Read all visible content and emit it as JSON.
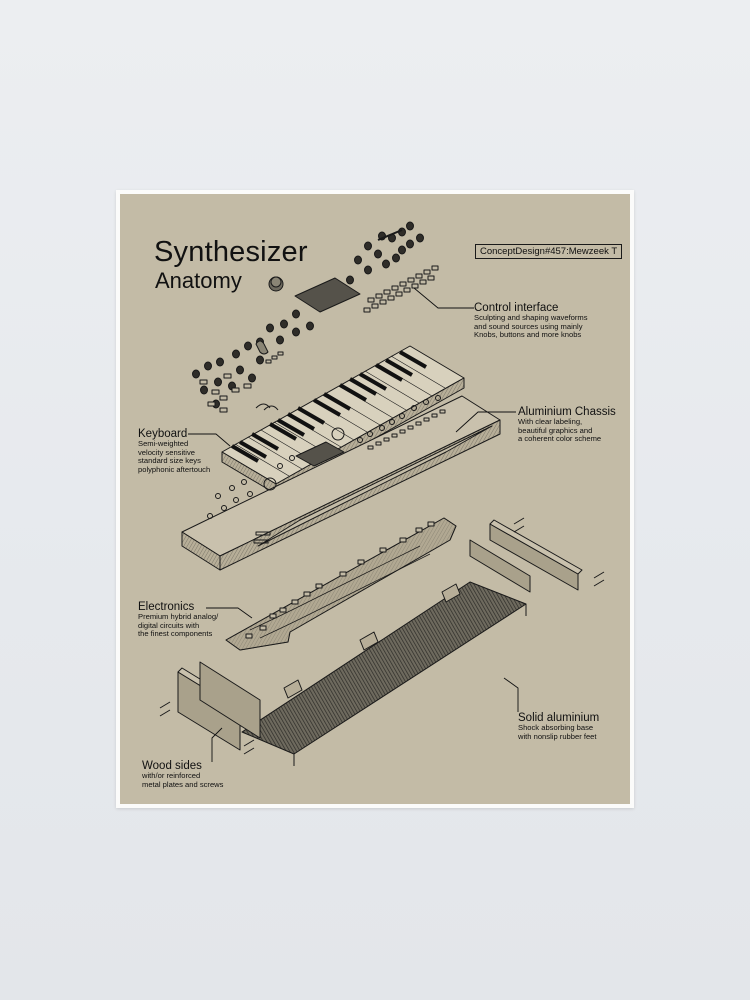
{
  "poster": {
    "title": "Synthesizer",
    "subtitle": "Anatomy",
    "badge": "ConceptDesign#457:Mewzeek T",
    "background_color": "#c3bba6",
    "ink_color": "#1a1a1a"
  },
  "labels": [
    {
      "heading": "Control interface",
      "lines": [
        "Sculpting and shaping waveforms",
        "and sound sources using mainly",
        "Knobs, buttons and more knobs"
      ]
    },
    {
      "heading": "Aluminium Chassis",
      "lines": [
        "With clear labeling,",
        "beautiful graphics and",
        "a coherent color scheme"
      ]
    },
    {
      "heading": "Keyboard",
      "lines": [
        "Semi-weighted",
        "velocity sensitive",
        "standard size keys",
        "polyphonic aftertouch"
      ]
    },
    {
      "heading": "Electronics",
      "lines": [
        "Premium hybrid analog/",
        "digital circuits with",
        "the finest components"
      ]
    },
    {
      "heading": "Solid aluminium",
      "lines": [
        "Shock absorbing base",
        "with nonslip rubber feet"
      ]
    },
    {
      "heading": "Wood sides",
      "lines": [
        "with/or reinforced",
        "metal plates and screws"
      ]
    }
  ]
}
